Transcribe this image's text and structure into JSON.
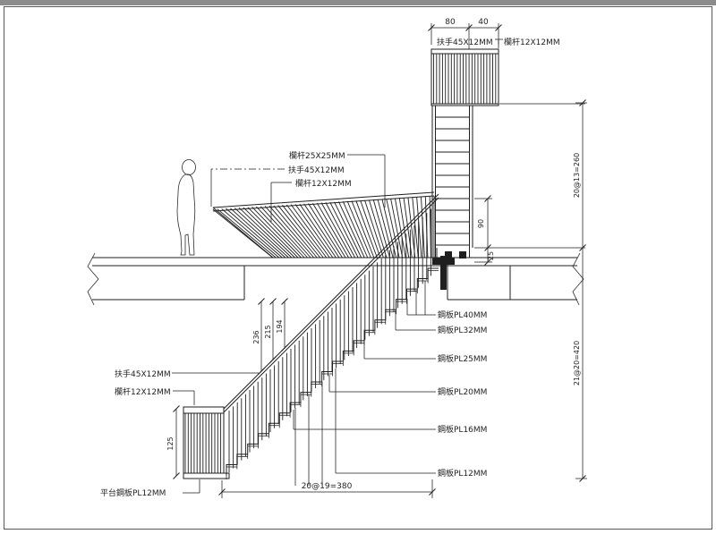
{
  "drawing": {
    "top_assembly": {
      "dim_80": "80",
      "dim_40": "40",
      "handrail_label": "扶手45X12MM",
      "baluster_label": "欄杆12X12MM"
    },
    "mid_labels": {
      "post_label": "欄杆25X25MM",
      "handrail_label": "扶手45X12MM",
      "baluster_label": "欄杆12X12MM"
    },
    "right_dimensions": {
      "upper_run": "20@13=260",
      "lower_run": "21@20=420",
      "dim_90": "90",
      "dim_25": "25"
    },
    "drop_dimensions": {
      "d1": "236",
      "d2": "215",
      "d3": "194"
    },
    "left_labels": {
      "handrail_label": "扶手45X12MM",
      "baluster_label": "欄杆12X12MM",
      "platform_plate_label": "平台鋼板PL12MM",
      "dim_125": "125"
    },
    "bottom_dimension": {
      "run": "20@19=380"
    },
    "plate_labels": [
      "鋼板PL40MM",
      "鋼板PL32MM",
      "鋼板PL25MM",
      "鋼板PL20MM",
      "鋼板PL16MM",
      "鋼板PL12MM"
    ],
    "colors": {
      "ink": "#1f1f1f",
      "frame_bar": "#8c8c8c",
      "background": "#ffffff"
    }
  }
}
